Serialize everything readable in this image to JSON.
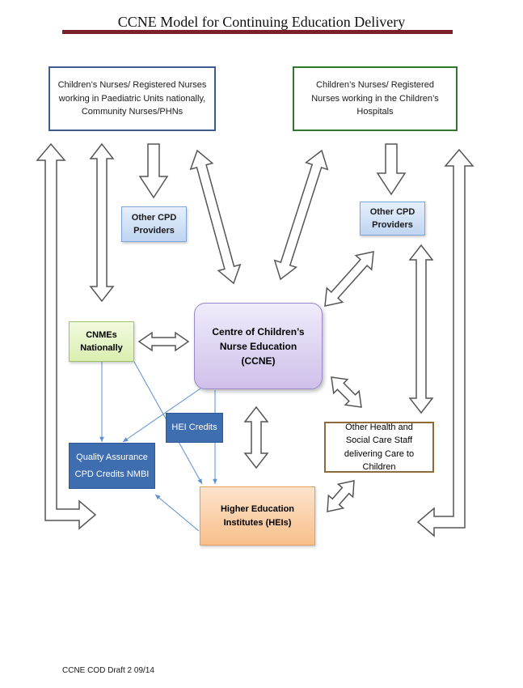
{
  "title": "CCNE Model for Continuing Education Delivery",
  "boxes": {
    "paediatric_nurses": "Children’s Nurses/ Registered Nurses working in Paediatric Units nationally, Community Nurses/PHNs",
    "hospital_nurses": "Children’s Nurses/ Registered Nurses working in the Children’s Hospitals",
    "cpd_left": "Other CPD Providers",
    "cpd_right": "Other CPD Providers",
    "cnmes": "CNMEs Nationally",
    "ccne": "Centre of Children’s Nurse Education (CCNE)",
    "hei_credits": "HEI Credits",
    "quality_assurance": "Quality Assurance",
    "cpd_credits_nmbi": "CPD Credits NMBI",
    "heis": "Higher Education Institutes (HEIs)",
    "other_staff": "Other Health and Social Care Staff delivering Care to Children"
  },
  "footer": "CCNE COD Draft 2 09/14",
  "colors": {
    "title_rule": "#7a2026",
    "blue_outline": "#3e5c8f",
    "green_outline": "#2f7a2f",
    "brown_outline": "#8c6c3a",
    "connector": "#5a8fd0",
    "dark_box": "#3f6eb0"
  }
}
